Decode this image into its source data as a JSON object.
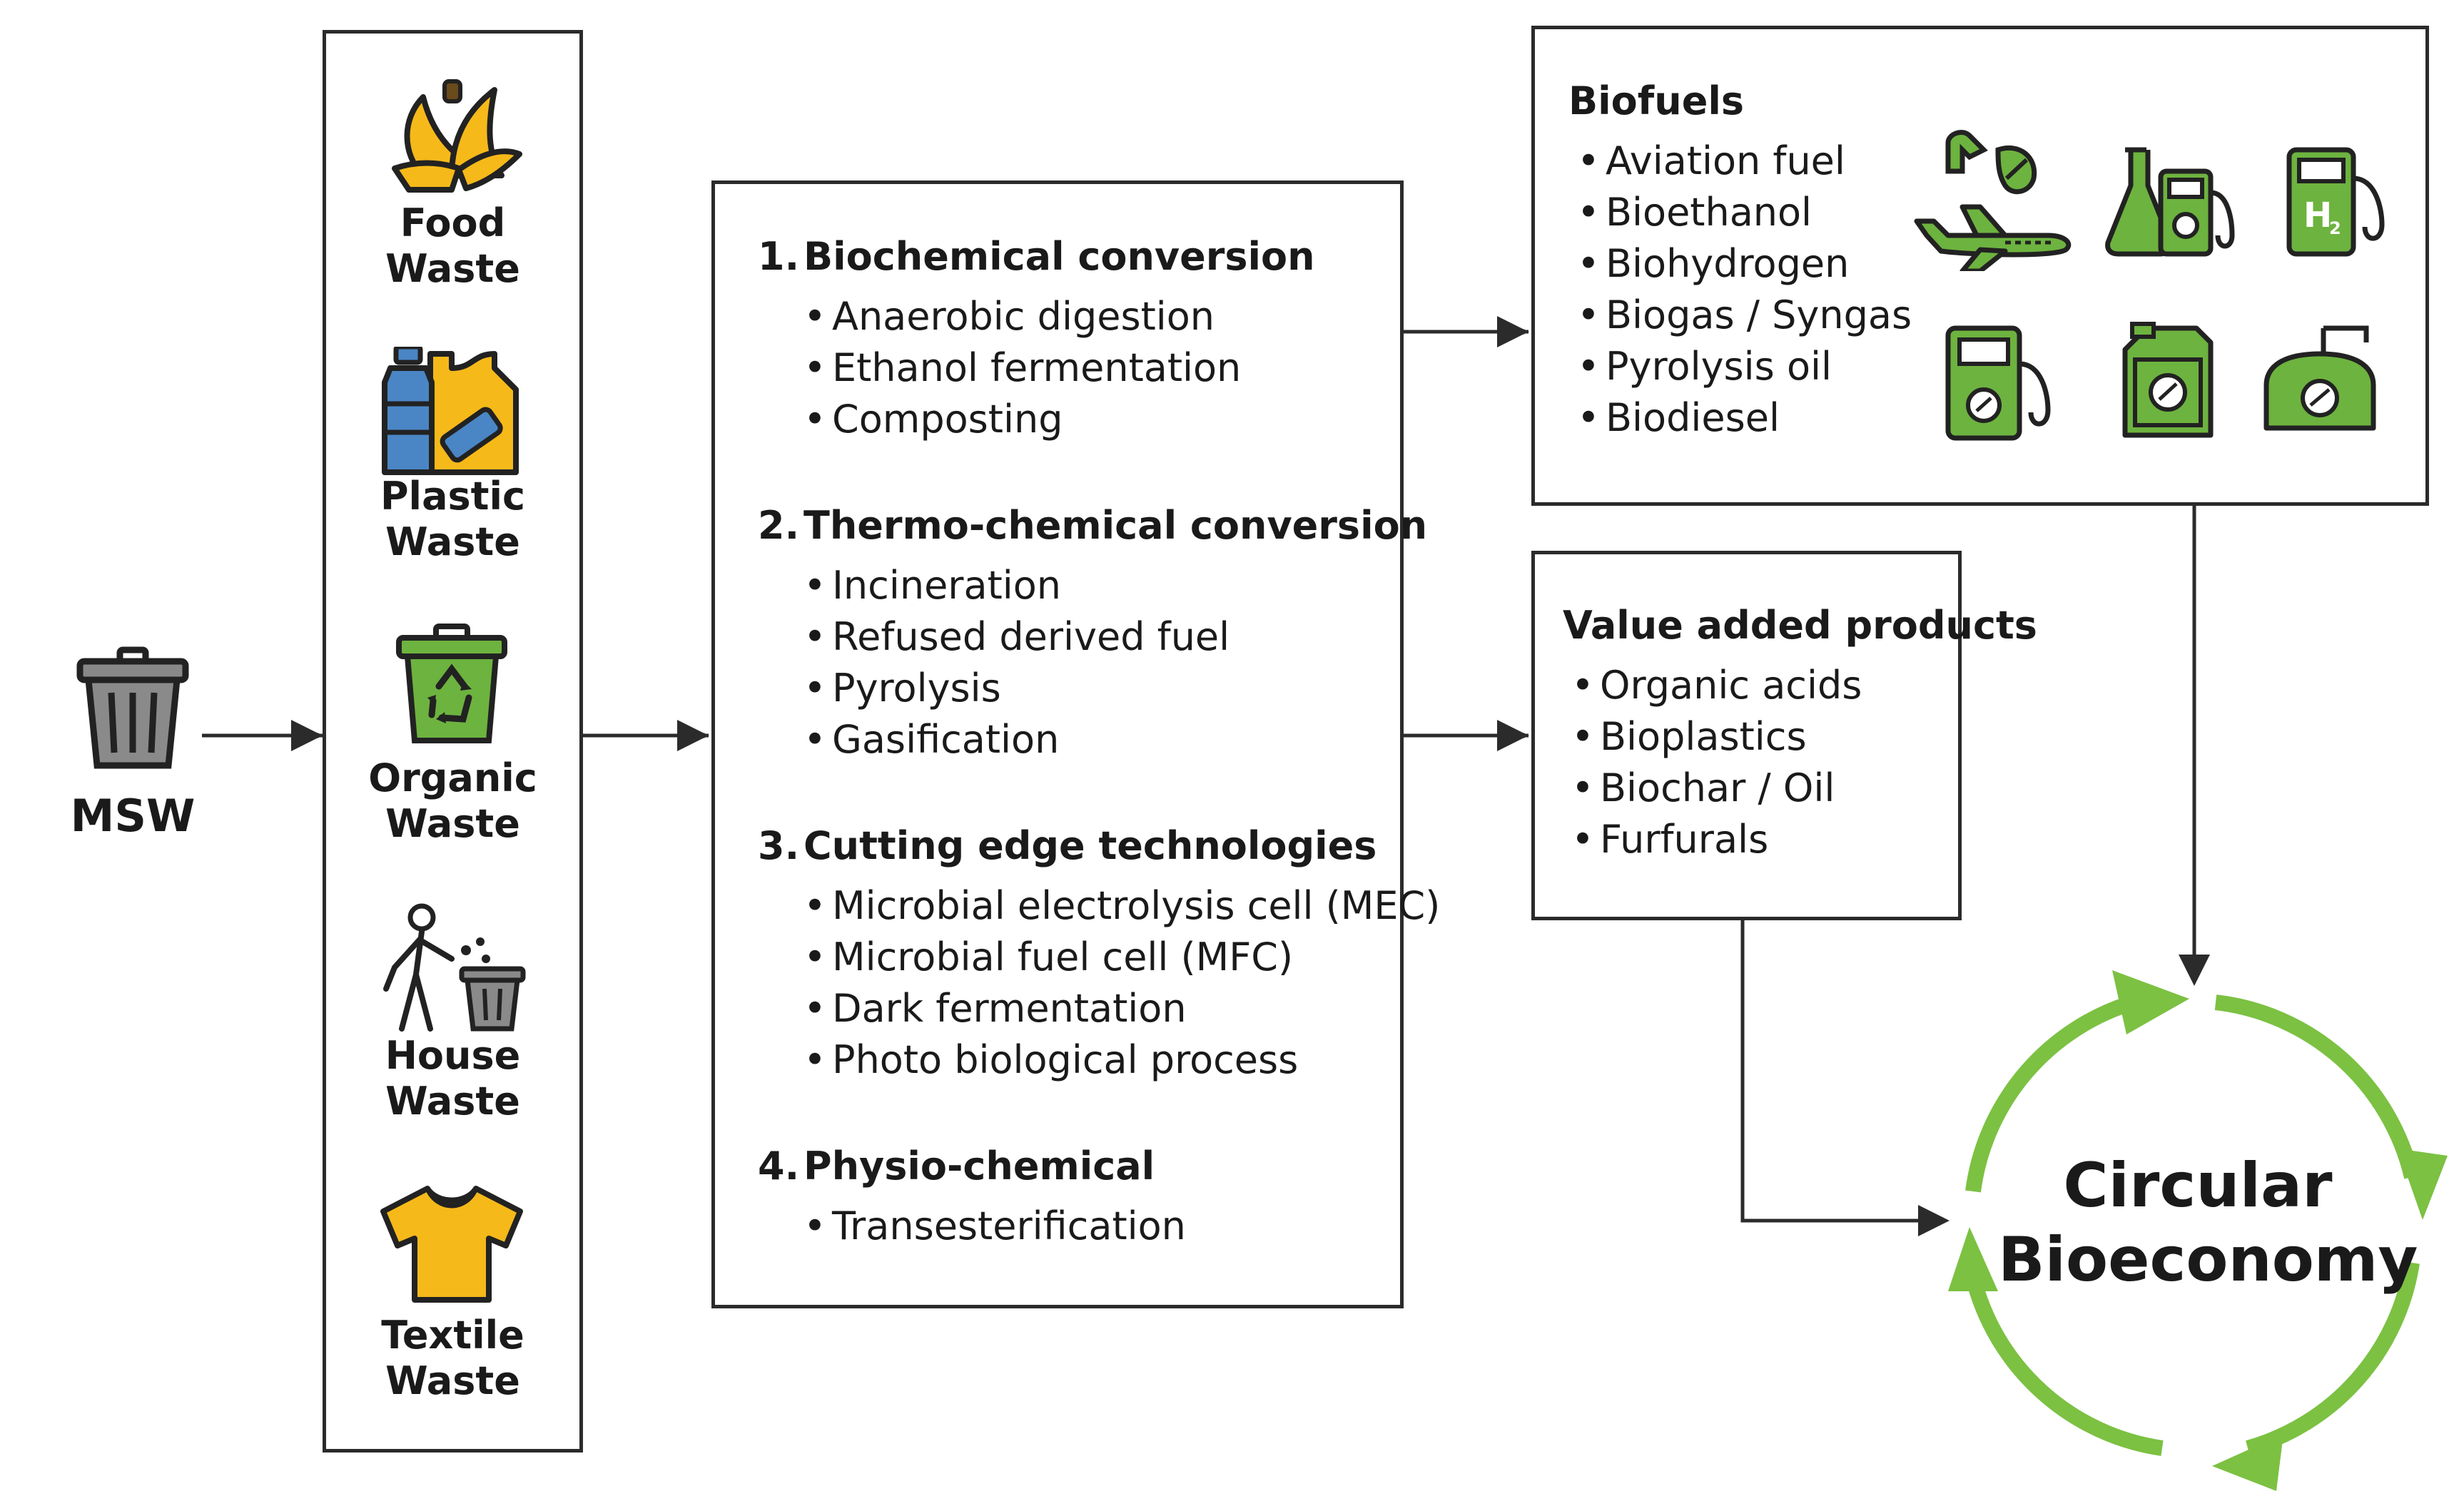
{
  "msw_label": "MSW",
  "waste_types": [
    {
      "icon": "banana-peel-icon",
      "line1": "Food",
      "line2": "Waste"
    },
    {
      "icon": "plastic-bottle-bag-icon",
      "line1": "Plastic",
      "line2": "Waste"
    },
    {
      "icon": "recycle-bin-icon",
      "line1": "Organic",
      "line2": "Waste"
    },
    {
      "icon": "person-trash-icon",
      "line1": "House",
      "line2": "Waste"
    },
    {
      "icon": "tshirt-icon",
      "line1": "Textile",
      "line2": "Waste"
    }
  ],
  "conversion": {
    "sections": [
      {
        "num": "1.",
        "title": "Biochemical conversion",
        "items": [
          "Anaerobic digestion",
          "Ethanol fermentation",
          "Composting"
        ]
      },
      {
        "num": "2.",
        "title": "Thermo-chemical conversion",
        "items": [
          "Incineration",
          "Refused derived fuel",
          "Pyrolysis",
          "Gasification"
        ]
      },
      {
        "num": "3.",
        "title": "Cutting edge technologies",
        "items": [
          "Microbial electrolysis cell (MEC)",
          "Microbial fuel cell (MFC)",
          "Dark fermentation",
          "Photo biological process"
        ]
      },
      {
        "num": "4.",
        "title": "Physio-chemical",
        "items": [
          "Transesterification"
        ]
      }
    ]
  },
  "biofuels": {
    "title": "Biofuels",
    "items": [
      "Aviation fuel",
      "Bioethanol",
      "Biohydrogen",
      "Biogas / Syngas",
      "Pyrolysis oil",
      "Biodiesel"
    ],
    "h2_label": "H",
    "h2_sub": "2"
  },
  "value_added": {
    "title": "Value added products",
    "items": [
      "Organic acids",
      "Bioplastics",
      "Biochar / Oil",
      "Furfurals"
    ]
  },
  "circular": {
    "line1": "Circular",
    "line2": "Bioeconomy"
  },
  "colors": {
    "line": "#2b2b2b",
    "green": "#6db33f",
    "ring_green": "#7cc142",
    "yellow": "#f6b91a",
    "blue": "#4a86c5"
  }
}
